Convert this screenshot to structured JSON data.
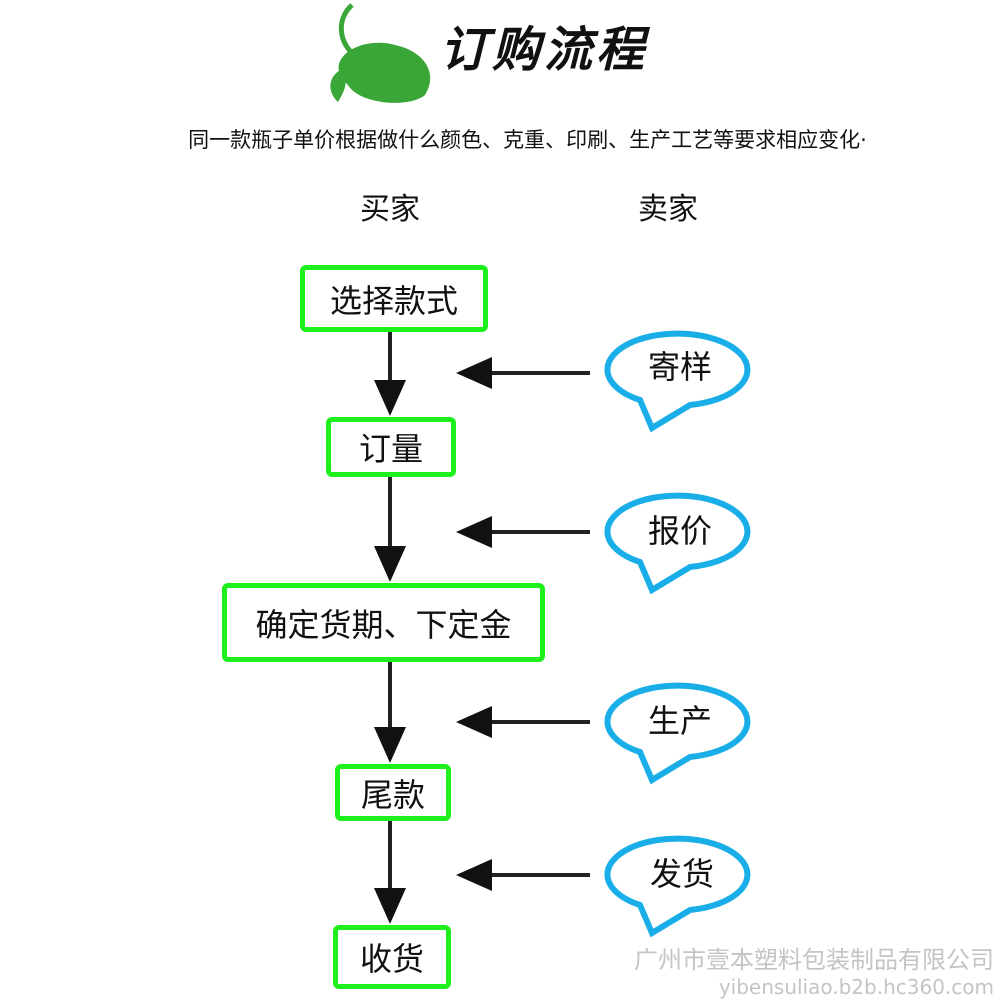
{
  "header": {
    "title": "订购流程",
    "subtitle": "同一款瓶子单价根据做什么颜色、克重、印刷、生产工艺等要求相应变化·"
  },
  "columns": {
    "buyer": "买家",
    "seller": "卖家"
  },
  "buyer_steps": [
    "选择款式",
    "订量",
    "确定货期、下定金",
    "尾款",
    "收货"
  ],
  "seller_steps": [
    "寄样",
    "报价",
    "生产",
    "发货"
  ],
  "watermark": {
    "company": "广州市壹本塑料包装制品有限公司",
    "url": "yibensuliao.b2b.hc360.com"
  },
  "colors": {
    "box_border": "#1ef01e",
    "bubble_border": "#1aaee8",
    "logo_green": "#3aa637"
  }
}
